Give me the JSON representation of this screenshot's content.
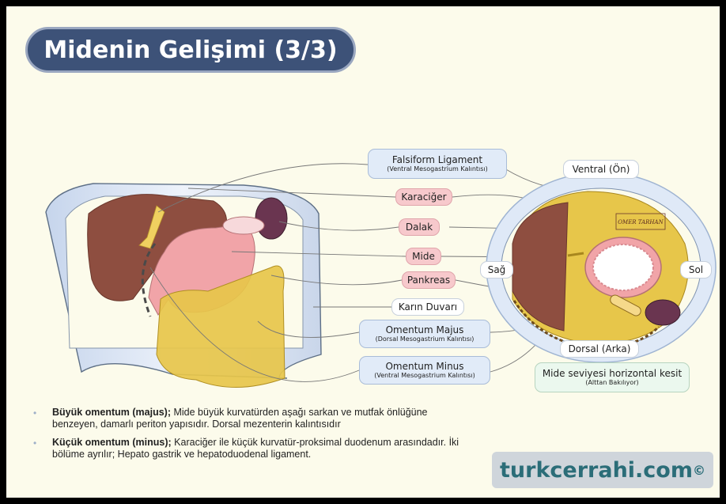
{
  "title": "Midenin Gelişimi (3/3)",
  "labels": {
    "falsiform": {
      "main": "Falsiform Ligament",
      "sub": "(Ventral Mesogastrium Kalıntısı)"
    },
    "karaciger": "Karaciğer",
    "dalak": "Dalak",
    "mide": "Mide",
    "pankreas": "Pankreas",
    "karin_duvari": "Karın Duvarı",
    "omentum_majus": {
      "main": "Omentum Majus",
      "sub": "(Dorsal Mesogastrium Kalıntısı)"
    },
    "omentum_minus": {
      "main": "Omentum Minus",
      "sub": "(Ventral Mesogastrium Kalıntısı)"
    }
  },
  "section": {
    "ventral": "Ventral (Ön)",
    "dorsal": "Dorsal (Arka)",
    "sag": "Sağ",
    "sol": "Sol",
    "caption_main": "Mide seviyesi horizontal kesit",
    "caption_sub": "(Alttan Bakılıyor)",
    "signature": "OMER TARHAN"
  },
  "bullets": [
    {
      "bold": "Büyük omentum (majus);",
      "text": " Mide büyük kurvatürden aşağı sarkan ve mutfak önlüğüne benzeyen, damarlı periton yapısıdır.  Dorsal mezenterin kalıntısıdır"
    },
    {
      "bold": "Küçük omentum (minus);",
      "text": " Karaciğer ile küçük kurvatür-proksimal duodenum arasındadır. İki bölüme ayrılır; Hepato gastrik ve hepatoduodenal ligament."
    }
  ],
  "brand": {
    "name": "turkcerrahi.com",
    "mark": "©"
  },
  "colors": {
    "title_bg": "#3d5278",
    "liver": "#8e4e40",
    "stomach": "#f1a4a8",
    "omentum": "#e7c64a",
    "wall": "#dfe9f7",
    "brand_text": "#2b6d78"
  }
}
